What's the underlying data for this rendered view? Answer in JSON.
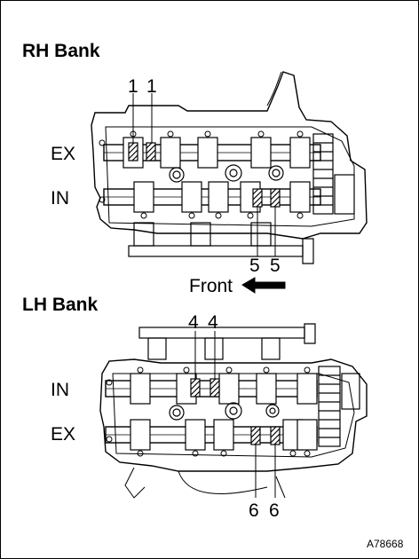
{
  "rh_bank": {
    "title": "RH Bank",
    "ex_label": "EX",
    "in_label": "IN",
    "callout_ex_left": "1",
    "callout_ex_right": "1",
    "callout_in_left": "5",
    "callout_in_right": "5"
  },
  "front_indicator": {
    "label": "Front"
  },
  "lh_bank": {
    "title": "LH Bank",
    "in_label": "IN",
    "ex_label": "EX",
    "callout_in_left": "4",
    "callout_in_right": "4",
    "callout_ex_left": "6",
    "callout_ex_right": "6"
  },
  "figure_code": "A78668"
}
